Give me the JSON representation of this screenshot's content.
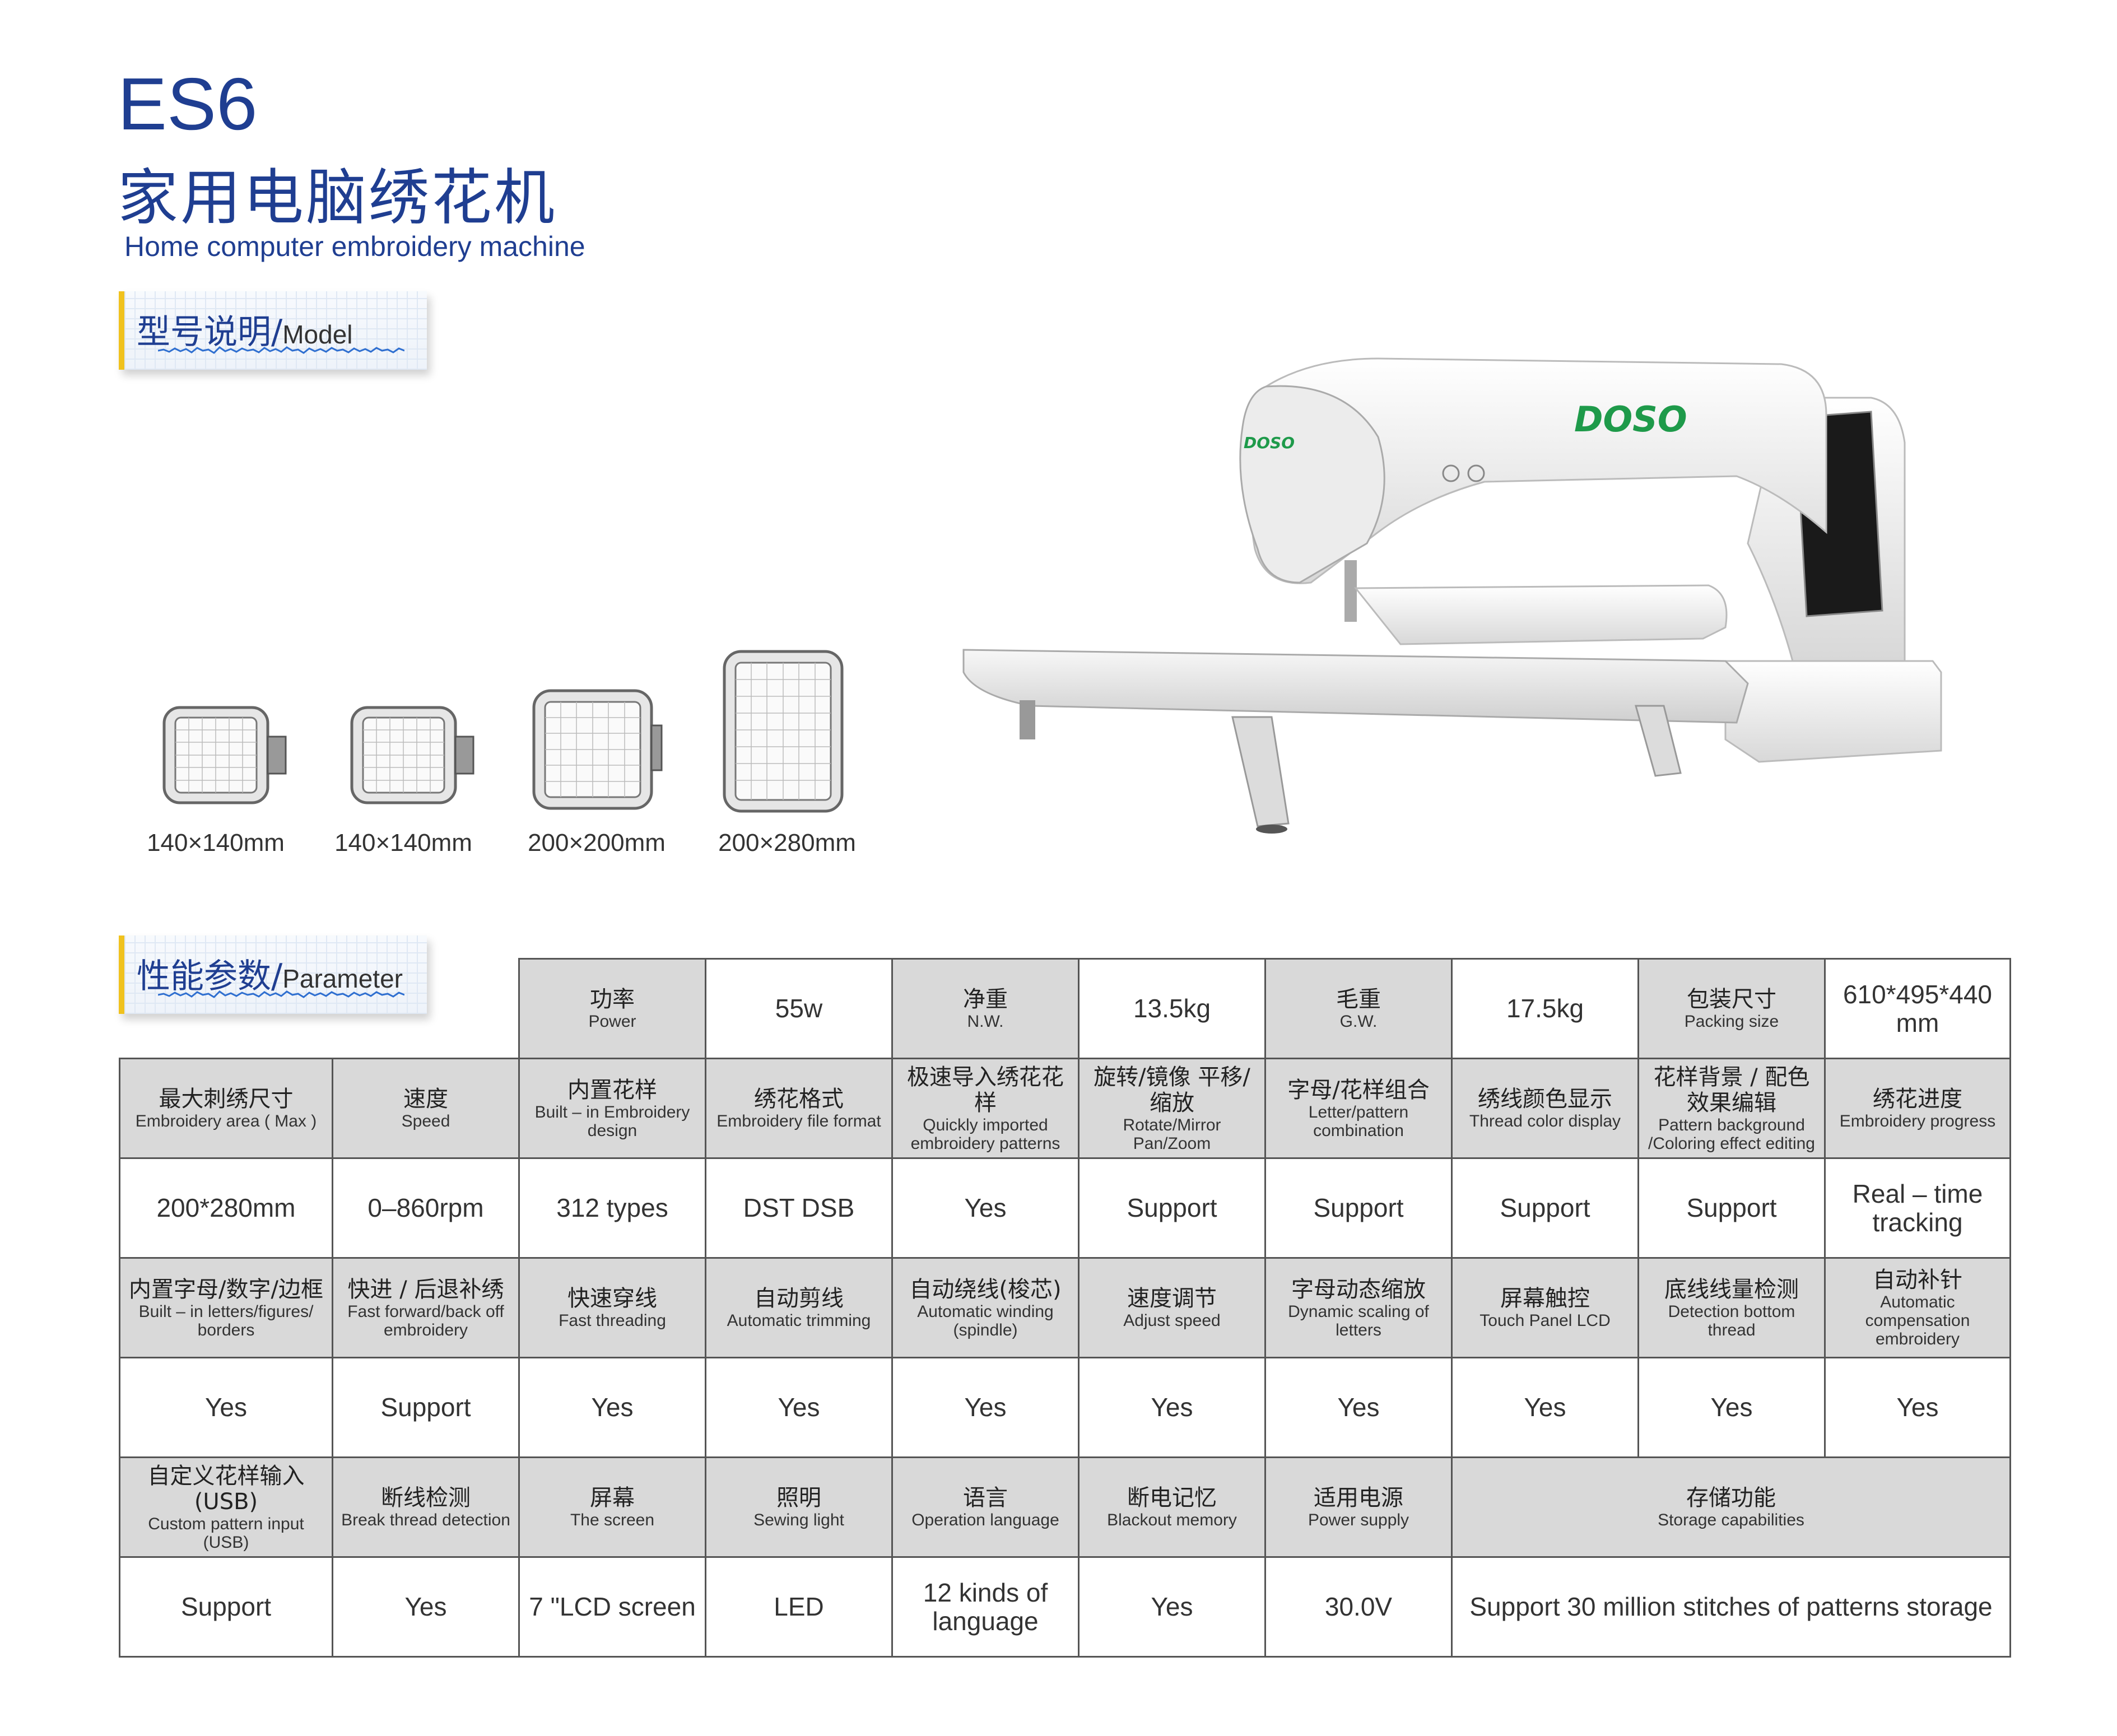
{
  "header": {
    "model_code": "ES6",
    "title_cn": "家用电脑绣花机",
    "title_en": "Home computer embroidery machine"
  },
  "sections": {
    "model_cn": "型号说明/",
    "model_en": "Model",
    "parameter_cn": "性能参数/",
    "parameter_en": "Parameter"
  },
  "hoops": [
    {
      "label": "140×140mm"
    },
    {
      "label": "140×140mm"
    },
    {
      "label": "200×200mm"
    },
    {
      "label": "200×280mm"
    }
  ],
  "machine": {
    "brand": "DOSO",
    "colors": {
      "brand_green": "#1e9a4a",
      "body": "#f2f2f2",
      "screen": "#1a1a1a"
    }
  },
  "table": {
    "row0": [
      {
        "cn": "功率",
        "en": "Power"
      },
      {
        "val": "55w"
      },
      {
        "cn": "净重",
        "en": "N.W."
      },
      {
        "val": "13.5kg"
      },
      {
        "cn": "毛重",
        "en": "G.W."
      },
      {
        "val": "17.5kg"
      },
      {
        "cn": "包装尺寸",
        "en": "Packing size"
      },
      {
        "val": "610*495*440 mm"
      }
    ],
    "row1": [
      {
        "cn": "最大刺绣尺寸",
        "en": "Embroidery area ( Max )"
      },
      {
        "cn": "速度",
        "en": "Speed"
      },
      {
        "cn": "内置花样",
        "en": "Built – in Embroidery design"
      },
      {
        "cn": "绣花格式",
        "en": "Embroidery file format"
      },
      {
        "cn": "极速导入绣花花样",
        "en": "Quickly imported embroidery patterns"
      },
      {
        "cn": "旋转/镜像 平移/缩放",
        "en": "Rotate/Mirror Pan/Zoom"
      },
      {
        "cn": "字母/花样组合",
        "en": "Letter/pattern combination"
      },
      {
        "cn": "绣线颜色显示",
        "en": "Thread color display"
      },
      {
        "cn": "花样背景 / 配色效果编辑",
        "en": "Pattern background /Coloring effect editing"
      },
      {
        "cn": "绣花进度",
        "en": "Embroidery progress"
      }
    ],
    "row2": [
      "200*280mm",
      "0–860rpm",
      "312 types",
      "DST DSB",
      "Yes",
      "Support",
      "Support",
      "Support",
      "Support",
      "Real – time tracking"
    ],
    "row3": [
      {
        "cn": "内置字母/数字/边框",
        "en": "Built – in letters/figures/ borders"
      },
      {
        "cn": "快进 / 后退补绣",
        "en": "Fast forward/back off embroidery"
      },
      {
        "cn": "快速穿线",
        "en": "Fast threading"
      },
      {
        "cn": "自动剪线",
        "en": "Automatic trimming"
      },
      {
        "cn": "自动绕线(梭芯)",
        "en": "Automatic winding (spindle)"
      },
      {
        "cn": "速度调节",
        "en": "Adjust speed"
      },
      {
        "cn": "字母动态缩放",
        "en": "Dynamic scaling of letters"
      },
      {
        "cn": "屏幕触控",
        "en": "Touch Panel LCD"
      },
      {
        "cn": "底线线量检测",
        "en": "Detection bottom thread"
      },
      {
        "cn": "自动补针",
        "en": "Automatic compensation embroidery"
      }
    ],
    "row4": [
      "Yes",
      "Support",
      "Yes",
      "Yes",
      "Yes",
      "Yes",
      "Yes",
      "Yes",
      "Yes",
      "Yes"
    ],
    "row5": [
      {
        "cn": "自定义花样输入(USB)",
        "en": "Custom pattern input (USB)"
      },
      {
        "cn": "断线检测",
        "en": "Break thread detection"
      },
      {
        "cn": "屏幕",
        "en": "The screen"
      },
      {
        "cn": "照明",
        "en": "Sewing light"
      },
      {
        "cn": "语言",
        "en": "Operation language"
      },
      {
        "cn": "断电记忆",
        "en": "Blackout memory"
      },
      {
        "cn": "适用电源",
        "en": "Power supply"
      },
      {
        "cn": "存储功能",
        "en": "Storage capabilities"
      }
    ],
    "row6": [
      "Support",
      "Yes",
      "7 \"LCD screen",
      "LED",
      "12 kinds of language",
      "Yes",
      "30.0V",
      "Support 30 million stitches of patterns storage"
    ]
  }
}
